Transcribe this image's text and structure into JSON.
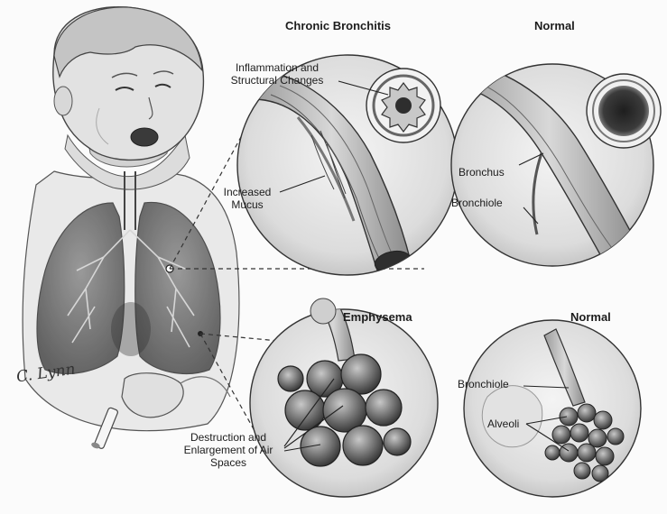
{
  "panels": {
    "chronic_bronchitis": {
      "title": "Chronic Bronchitis",
      "label_changes": "Inflammation and Structural Changes",
      "label_mucus": "Increased Mucus"
    },
    "normal_bronchus": {
      "title": "Normal",
      "label_bronchus": "Bronchus",
      "label_bronchiole": "Bronchiole"
    },
    "emphysema": {
      "title": "Emphysema",
      "label_destruction": "Destruction and Enlargement of Air Spaces"
    },
    "normal_alveoli": {
      "title": "Normal",
      "label_bronchiole": "Bronchiole",
      "label_alveoli": "Alveoli"
    }
  },
  "signature": "C. Lynn",
  "colors": {
    "ink": "#1c1c1c",
    "shade": "#8a8a8a",
    "light_shade": "#d6d6d6",
    "dark_lumen": "#2e2e2e"
  }
}
